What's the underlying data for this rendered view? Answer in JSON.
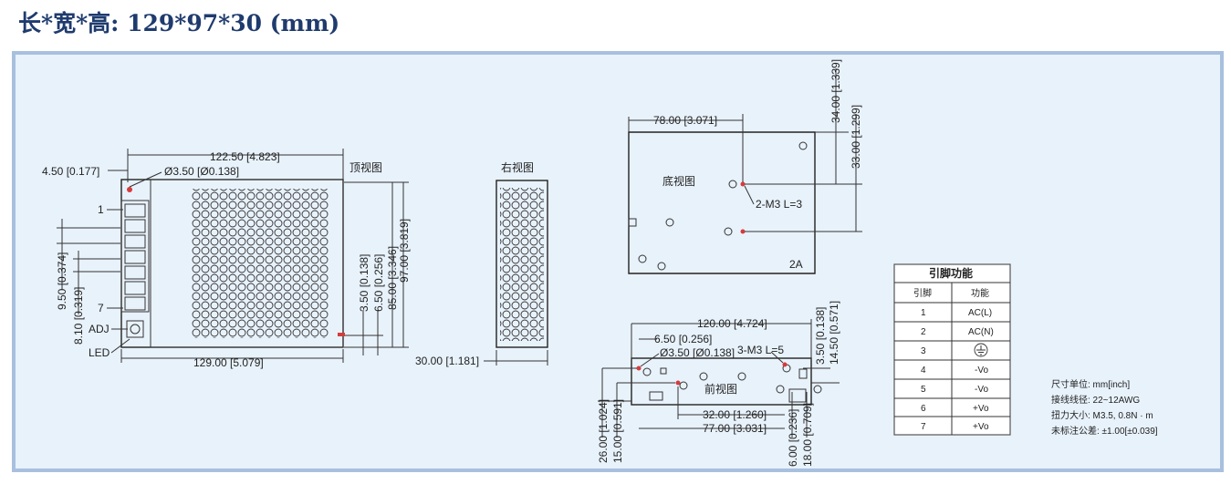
{
  "heading": "长*宽*高: 129*97*30 (mm)",
  "views": {
    "top": "顶视图",
    "right": "右视图",
    "bottom": "底视图",
    "front": "前视图"
  },
  "top_dims": {
    "width_inner": "122.50 [4.823]",
    "offset": "4.50 [0.177]",
    "hole": "Ø3.50 [Ø0.138]",
    "width_total": "129.00 [5.079]",
    "pitch": "9.50 [0.374]",
    "pitch2": "8.10 [0.319]",
    "h1": "3.50 [0.138]",
    "h2": "6.50 [0.256]",
    "h3": "85.00 [3.346]",
    "h4": "97.00 [3.819]",
    "pin1": "1",
    "pin7": "7",
    "adj": "ADJ",
    "led": "LED"
  },
  "right_dims": {
    "height": "30.00 [1.181]"
  },
  "bottom_dims": {
    "w78": "78.00 [3.071]",
    "v34": "34.00 [1.339]",
    "v33": "33.00 [1.299]",
    "screw": "2-M3 L=3",
    "label": "2A"
  },
  "front_dims": {
    "w120": "120.00 [4.724]",
    "w650": "6.50 [0.256]",
    "hole": "Ø3.50 [Ø0.138]",
    "screw": "3-M3 L=5",
    "v350": "3.50 [0.138]",
    "v1450": "14.50 [0.571]",
    "w32": "32.00 [1.260]",
    "w77": "77.00 [3.031]",
    "v26": "26.00 [1.024]",
    "v15": "15.00 [0.591]",
    "v6": "6.00 [0.236]",
    "v18": "18.00 [0.709]"
  },
  "pin_table": {
    "title": "引脚功能",
    "col_pin": "引脚",
    "col_func": "功能",
    "rows": [
      {
        "pin": "1",
        "func": "AC(L)"
      },
      {
        "pin": "2",
        "func": "AC(N)"
      },
      {
        "pin": "3",
        "func": ""
      },
      {
        "pin": "4",
        "func": "-Vo"
      },
      {
        "pin": "5",
        "func": "-Vo"
      },
      {
        "pin": "6",
        "func": "+Vo"
      },
      {
        "pin": "7",
        "func": "+Vo"
      }
    ]
  },
  "notes": [
    "尺寸单位: mm[inch]",
    "接线线径: 22~12AWG",
    "扭力大小: M3.5, 0.8N · m",
    "未标注公差: ±1.00[±0.039]"
  ]
}
